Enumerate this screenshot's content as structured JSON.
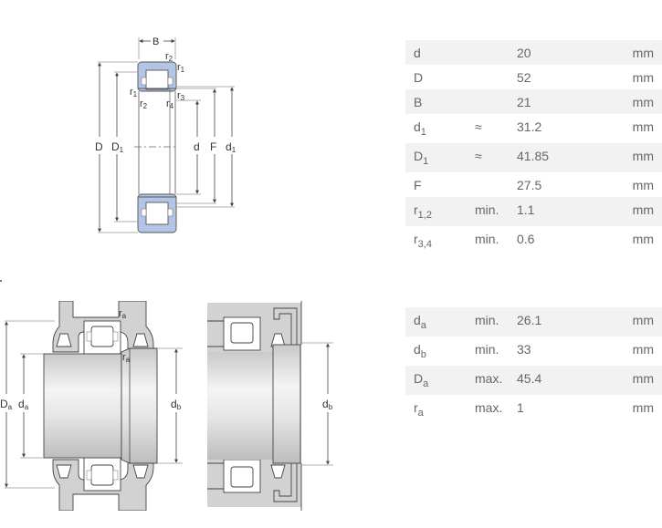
{
  "colors": {
    "ring_fill": "#b3c5e6",
    "housing_fill": "#d2d2d2",
    "line": "#555555",
    "row_shade": "#f2f2f2",
    "text": "#666666"
  },
  "bearing_drawing": {
    "labels": {
      "B": "B",
      "D": "D",
      "D1_main": "D",
      "D1_sub": "1",
      "d": "d",
      "F": "F",
      "d1_main": "d",
      "d1_sub": "1",
      "r2_top_main": "r",
      "r2_top_sub": "2",
      "r1_top_main": "r",
      "r1_top_sub": "1",
      "r1_left_main": "r",
      "r1_left_sub": "1",
      "r2_bottom_main": "r",
      "r2_bottom_sub": "2",
      "r3_main": "r",
      "r3_sub": "3",
      "r4_main": "r",
      "r4_sub": "4"
    }
  },
  "mounting_drawing_left": {
    "labels": {
      "Da_main": "D",
      "Da_sub": "a",
      "da_main": "d",
      "da_sub": "a",
      "db_main": "d",
      "db_sub": "b",
      "ra_top_main": "r",
      "ra_top_sub": "a",
      "ra_mid_main": "r",
      "ra_mid_sub": "a"
    }
  },
  "mounting_drawing_right": {
    "labels": {
      "db_main": "d",
      "db_sub": "b"
    }
  },
  "dimensions_table": [
    {
      "symbol": "d",
      "sub": "",
      "qualifier": "",
      "value": "20",
      "unit": "mm"
    },
    {
      "symbol": "D",
      "sub": "",
      "qualifier": "",
      "value": "52",
      "unit": "mm"
    },
    {
      "symbol": "B",
      "sub": "",
      "qualifier": "",
      "value": "21",
      "unit": "mm"
    },
    {
      "symbol": "d",
      "sub": "1",
      "qualifier": "≈",
      "value": "31.2",
      "unit": "mm"
    },
    {
      "symbol": "D",
      "sub": "1",
      "qualifier": "≈",
      "value": "41.85",
      "unit": "mm"
    },
    {
      "symbol": "F",
      "sub": "",
      "qualifier": "",
      "value": "27.5",
      "unit": "mm"
    },
    {
      "symbol": "r",
      "sub": "1,2",
      "qualifier": "min.",
      "value": "1.1",
      "unit": "mm"
    },
    {
      "symbol": "r",
      "sub": "3,4",
      "qualifier": "min.",
      "value": "0.6",
      "unit": "mm"
    }
  ],
  "abutment_table": [
    {
      "symbol": "d",
      "sub": "a",
      "qualifier": "min.",
      "value": "26.1",
      "unit": "mm"
    },
    {
      "symbol": "d",
      "sub": "b",
      "qualifier": "min.",
      "value": "33",
      "unit": "mm"
    },
    {
      "symbol": "D",
      "sub": "a",
      "qualifier": "max.",
      "value": "45.4",
      "unit": "mm"
    },
    {
      "symbol": "r",
      "sub": "a",
      "qualifier": "max.",
      "value": "1",
      "unit": "mm"
    }
  ]
}
